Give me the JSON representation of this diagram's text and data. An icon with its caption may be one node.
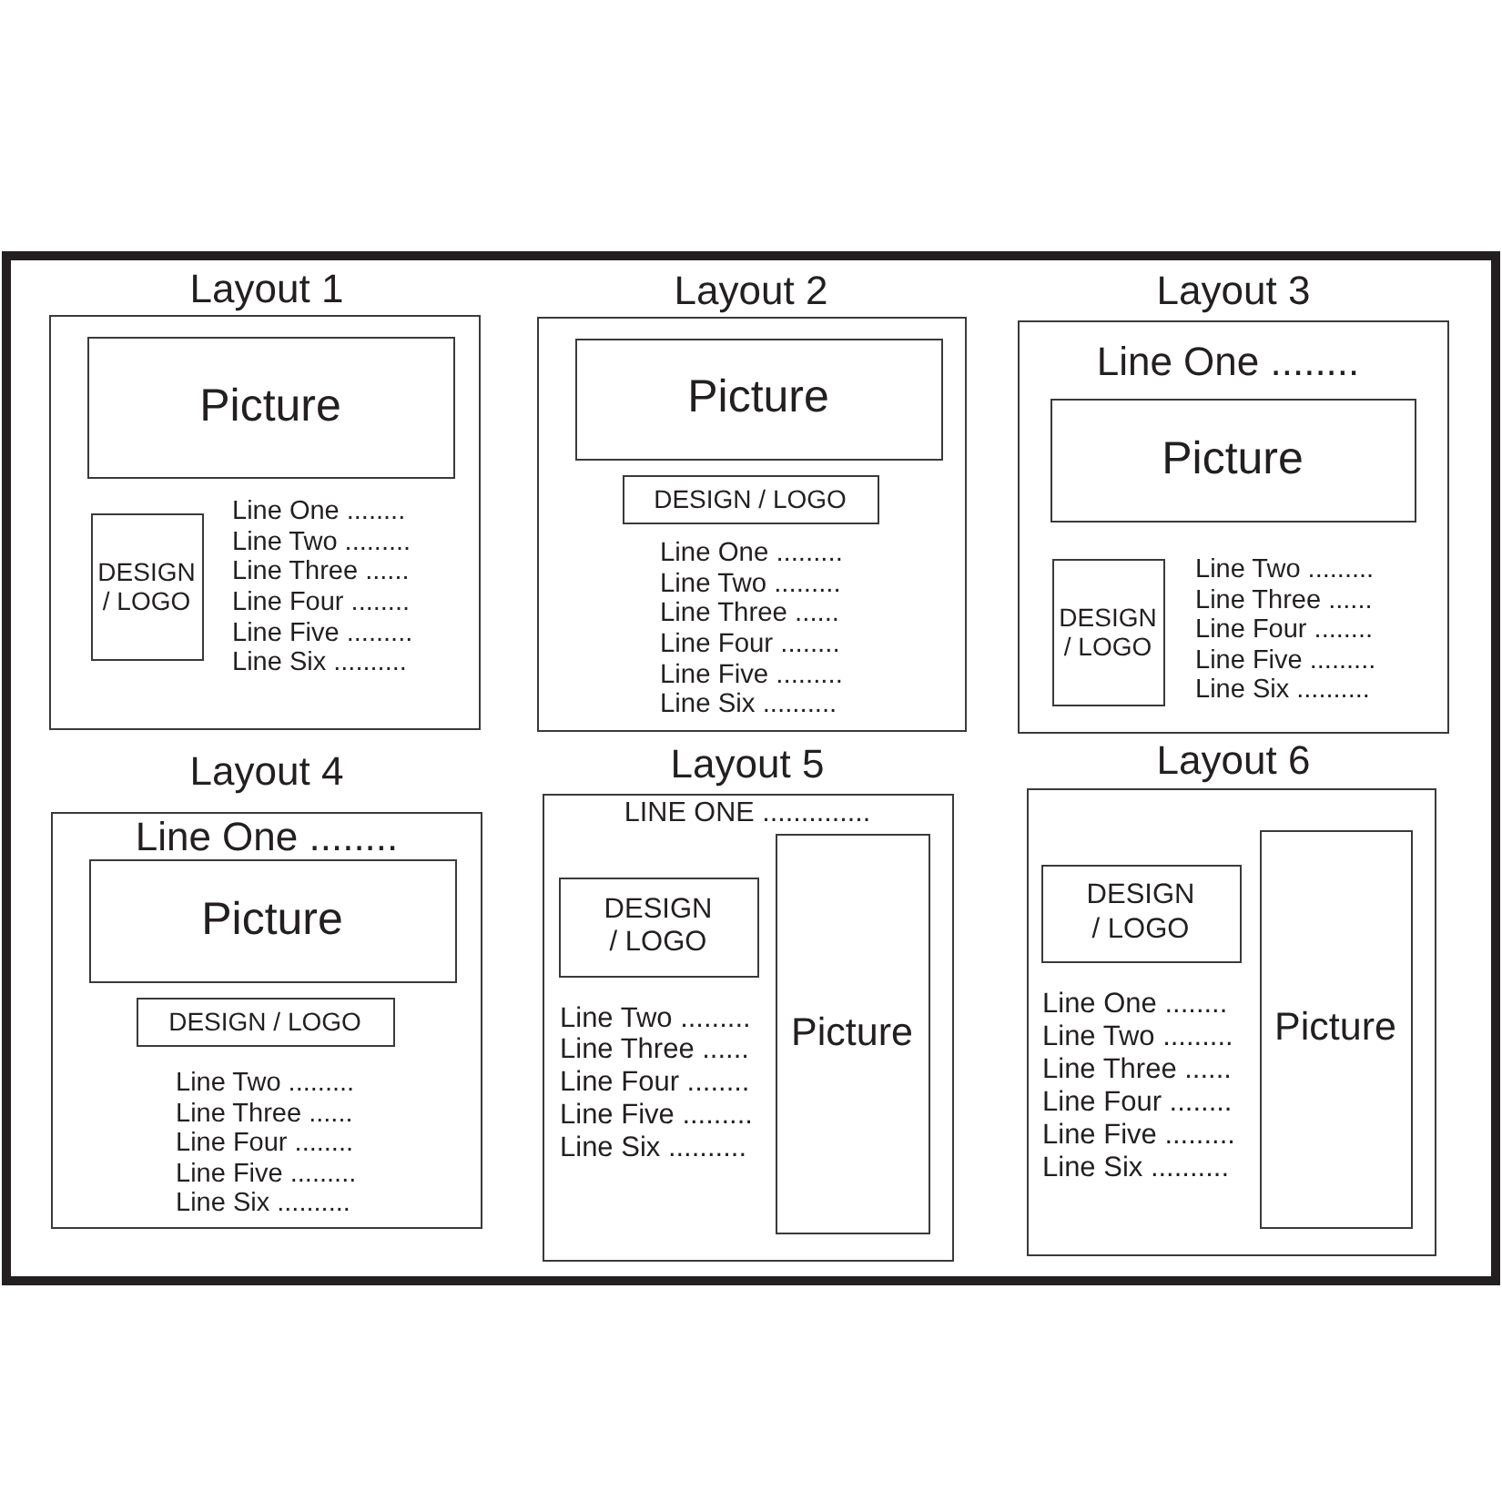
{
  "diagram": {
    "nodes": [
      {
        "text": [
          "Layout 1",
          "Line One ........",
          "Line Two .........",
          "Line Three ......",
          "Line Four ........",
          "Line Five .........",
          "Line Six .........."
        ]
      },
      {
        "text": [
          "Picture"
        ],
        "in": 0
      },
      {
        "text": [
          "DESIGN / LOGO"
        ],
        "in": 0
      },
      {
        "text": [
          "Layout 2",
          "Line One .........",
          "Line Two .........",
          "Line Three ......",
          "Line Four ........",
          "Line Five .........",
          "Line Six .........."
        ]
      },
      {
        "text": [
          "Picture"
        ],
        "in": 3
      },
      {
        "text": [
          "DESIGN / LOGO"
        ],
        "in": 3
      },
      {
        "text": [
          "Layout 3",
          "Line One ........",
          "Line Two .........",
          "Line Three ......",
          "Line Four ........",
          "Line Five .........",
          "Line Six .........."
        ]
      },
      {
        "text": [
          "Picture"
        ],
        "in": 6
      },
      {
        "text": [
          "DESIGN / LOGO"
        ],
        "in": 6
      },
      {
        "text": [
          "Layout 4",
          "Line One ........",
          "Line Two .........",
          "Line Three ......",
          "Line Four ........",
          "Line Five .........",
          "Line Six .........."
        ]
      },
      {
        "text": [
          "Picture"
        ],
        "in": 9
      },
      {
        "text": [
          "DESIGN / LOGO"
        ],
        "in": 9
      },
      {
        "text": [
          "Layout 5",
          "LINE ONE ..............",
          "Line Two .........",
          "Line Three ......",
          "Line Four ........",
          "Line Five .........",
          "Line Six .........."
        ]
      },
      {
        "text": [
          "DESIGN / LOGO"
        ],
        "in": 12
      },
      {
        "text": [
          "Picture"
        ],
        "in": 12
      },
      {
        "text": [
          "Layout 6",
          "Line One ........",
          "Line Two .........",
          "Line Three ......",
          "Line Four ........",
          "Line Five .........",
          "Line Six .........."
        ]
      },
      {
        "text": [
          "DESIGN / LOGO"
        ],
        "in": 15
      },
      {
        "text": [
          "Picture"
        ],
        "in": 15
      }
    ]
  }
}
